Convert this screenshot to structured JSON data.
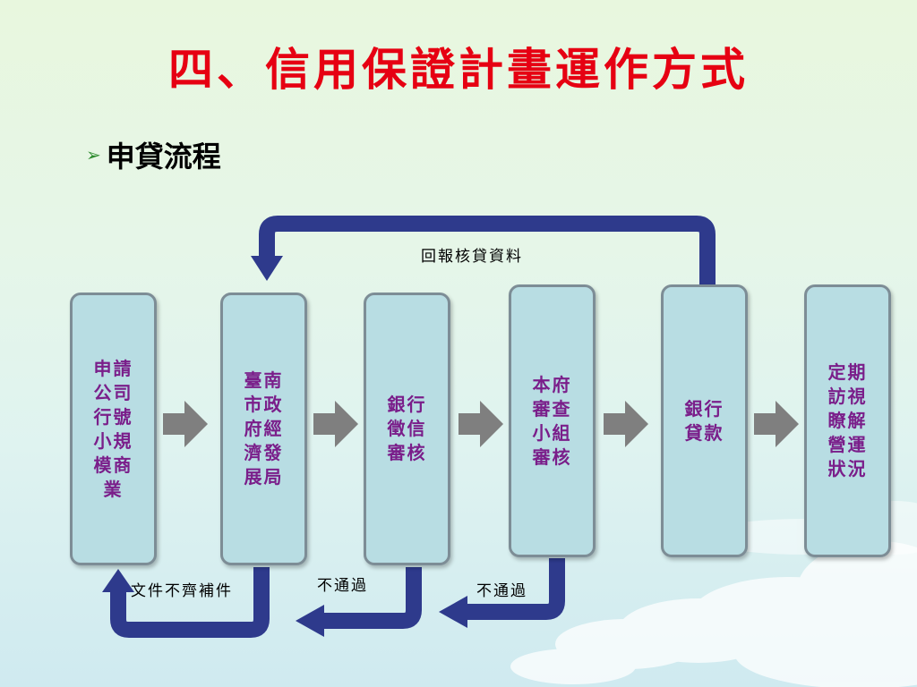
{
  "slide": {
    "title": "四、信用保證計畫運作方式",
    "bullet": "申貸流程"
  },
  "flow": {
    "steps": [
      {
        "text": "申請\n公司\n行號\n小規\n模商\n業"
      },
      {
        "text": "臺南\n市政\n府經\n濟發\n展局"
      },
      {
        "text": "銀行\n徵信\n審核"
      },
      {
        "text": "本府\n審查\n小組\n審核"
      },
      {
        "text": "銀行\n貸款"
      },
      {
        "text": "定期\n訪視\n瞭解\n營運\n狀況"
      }
    ],
    "labels": {
      "report_back": "回報核貸資料",
      "docs_incomplete": "文件不齊補件",
      "fail_bank": "不通過",
      "fail_committee": "不通過"
    }
  },
  "colors": {
    "title": "#e60012",
    "box_fill": "#b8dde3",
    "box_text": "#7a1e8a",
    "feedback_arrow": "#2e3a8c",
    "forward_arrow": "#7f7f7f"
  }
}
